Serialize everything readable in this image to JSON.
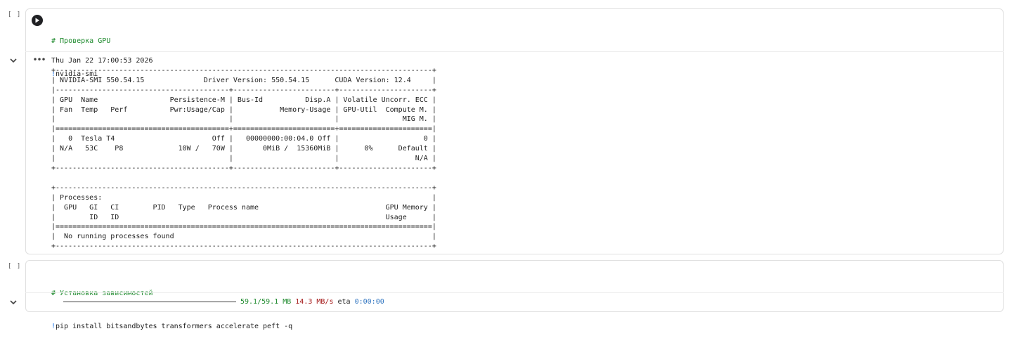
{
  "cell1": {
    "label": "[ ]",
    "comment": "# Проверка GPU",
    "bang": "!",
    "command": "nvidia-smi"
  },
  "output1": {
    "dots": "•••",
    "text": "Thu Jan 22 17:00:53 2026       \n+-----------------------------------------------------------------------------------------+\n| NVIDIA-SMI 550.54.15              Driver Version: 550.54.15      CUDA Version: 12.4     |\n|-----------------------------------------+------------------------+----------------------+\n| GPU  Name                 Persistence-M | Bus-Id          Disp.A | Volatile Uncorr. ECC |\n| Fan  Temp   Perf          Pwr:Usage/Cap |           Memory-Usage | GPU-Util  Compute M. |\n|                                         |                        |               MIG M. |\n|=========================================+========================+======================|\n|   0  Tesla T4                       Off |   00000000:00:04.0 Off |                    0 |\n| N/A   53C    P8             10W /   70W |       0MiB /  15360MiB |      0%      Default |\n|                                         |                        |                  N/A |\n+-----------------------------------------+------------------------+----------------------+\n                                                                                         \n+-----------------------------------------------------------------------------------------+\n| Processes:                                                                              |\n|  GPU   GI   CI        PID   Type   Process name                              GPU Memory |\n|        ID   ID                                                               Usage      |\n|=========================================================================================|\n|  No running processes found                                                             |\n+-----------------------------------------------------------------------------------------+"
  },
  "cell2": {
    "label": "[ ]",
    "comment": "# Установка зависимостей",
    "bang": "!",
    "command": "pip install bitsandbytes transformers accelerate peft -q"
  },
  "output2": {
    "progress": 1.0,
    "size": "59.1/59.1 MB",
    "speed": "14.3 MB/s",
    "eta_label": "eta",
    "eta_value": "0:00:00"
  },
  "colors": {
    "comment": "#1e8a2d",
    "bang": "#1a73e8",
    "speed": "#a31515",
    "eta": "#2f74c0"
  }
}
